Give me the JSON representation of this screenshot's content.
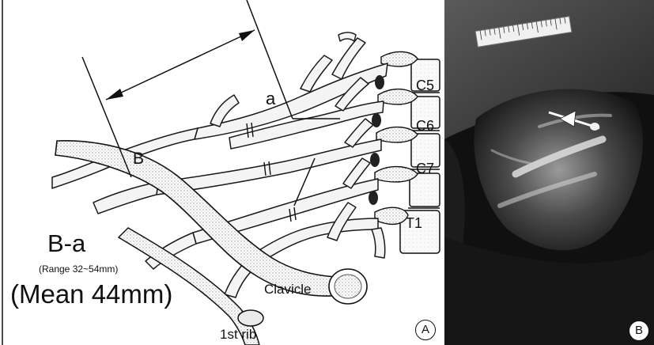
{
  "panel_a": {
    "vertebrae": [
      "C5",
      "C6",
      "C7",
      "T1"
    ],
    "point_a": "a",
    "point_b": "B",
    "measure_label": "B-a",
    "range_note": "(Range 32~54mm)",
    "mean_note": "(Mean 44mm)",
    "clavicle_label": "Clavicle",
    "rib_label": "1st rib",
    "panel_letter": "A"
  },
  "panel_b": {
    "panel_letter": "B"
  },
  "colors": {
    "nerve_fill": "#f4f4f4",
    "outline": "#1a1a1a",
    "photo_bg": "#101010"
  }
}
